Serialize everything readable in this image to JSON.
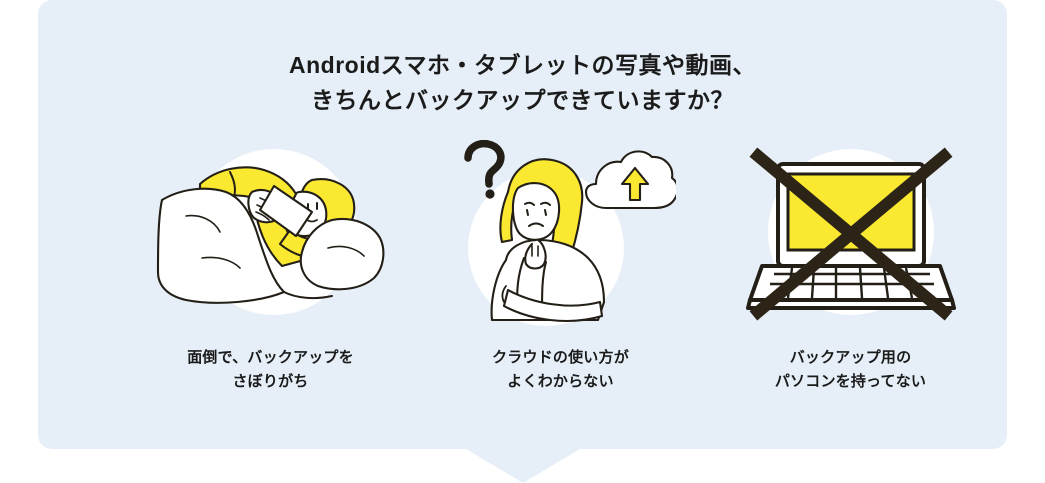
{
  "colors": {
    "page_background": "#ffffff",
    "card_background": "#e6eff7",
    "accent_yellow": "#fae831",
    "ink": "#231f17",
    "text": "#1b1b1b",
    "circle": "#ffffff"
  },
  "header": {
    "title_line1": "Androidスマホ・タブレットの写真や動画、",
    "title_line2": "きちんとバックアップできていますか？"
  },
  "items": [
    {
      "icon": "person-in-bed-with-phone-illustration",
      "caption_line1": "面倒で、バックアップを",
      "caption_line2": "さぼりがち"
    },
    {
      "icon": "confused-woman-with-cloud-upload-illustration",
      "caption_line1": "クラウドの使い方が",
      "caption_line2": "よくわからない"
    },
    {
      "icon": "crossed-out-laptop-illustration",
      "caption_line1": "バックアップ用の",
      "caption_line2": "パソコンを持ってない"
    }
  ],
  "footer": {
    "pointer": "downward-triangle-pointer"
  }
}
